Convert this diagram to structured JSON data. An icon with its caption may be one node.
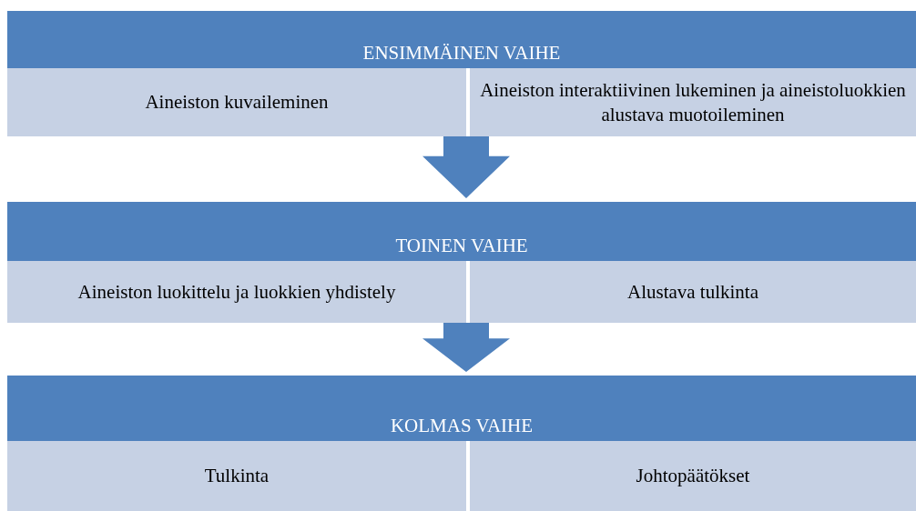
{
  "diagram": {
    "nodes": [
      {
        "text": [
          "ENSIMMÄINEN  VAIHE"
        ]
      },
      {
        "text": [
          "Aineiston kuvaileminen"
        ]
      },
      {
        "text": [
          "Aineiston interaktiivinen lukeminen ja aineistoluokkien alustava muotoileminen"
        ]
      },
      {
        "text": [
          "TOINEN VAIHE"
        ]
      },
      {
        "text": [
          "Aineiston luokittelu ja luokkien yhdistely"
        ]
      },
      {
        "text": [
          "Alustava tulkinta"
        ]
      },
      {
        "text": [
          "KOLMAS  VAIHE"
        ]
      },
      {
        "text": [
          "Tulkinta"
        ]
      },
      {
        "text": [
          "Johtopäätökset"
        ]
      }
    ],
    "edges": [
      {
        "from": 0,
        "to": 3,
        "arrow": "to"
      },
      {
        "from": 3,
        "to": 6,
        "arrow": "to"
      }
    ]
  }
}
